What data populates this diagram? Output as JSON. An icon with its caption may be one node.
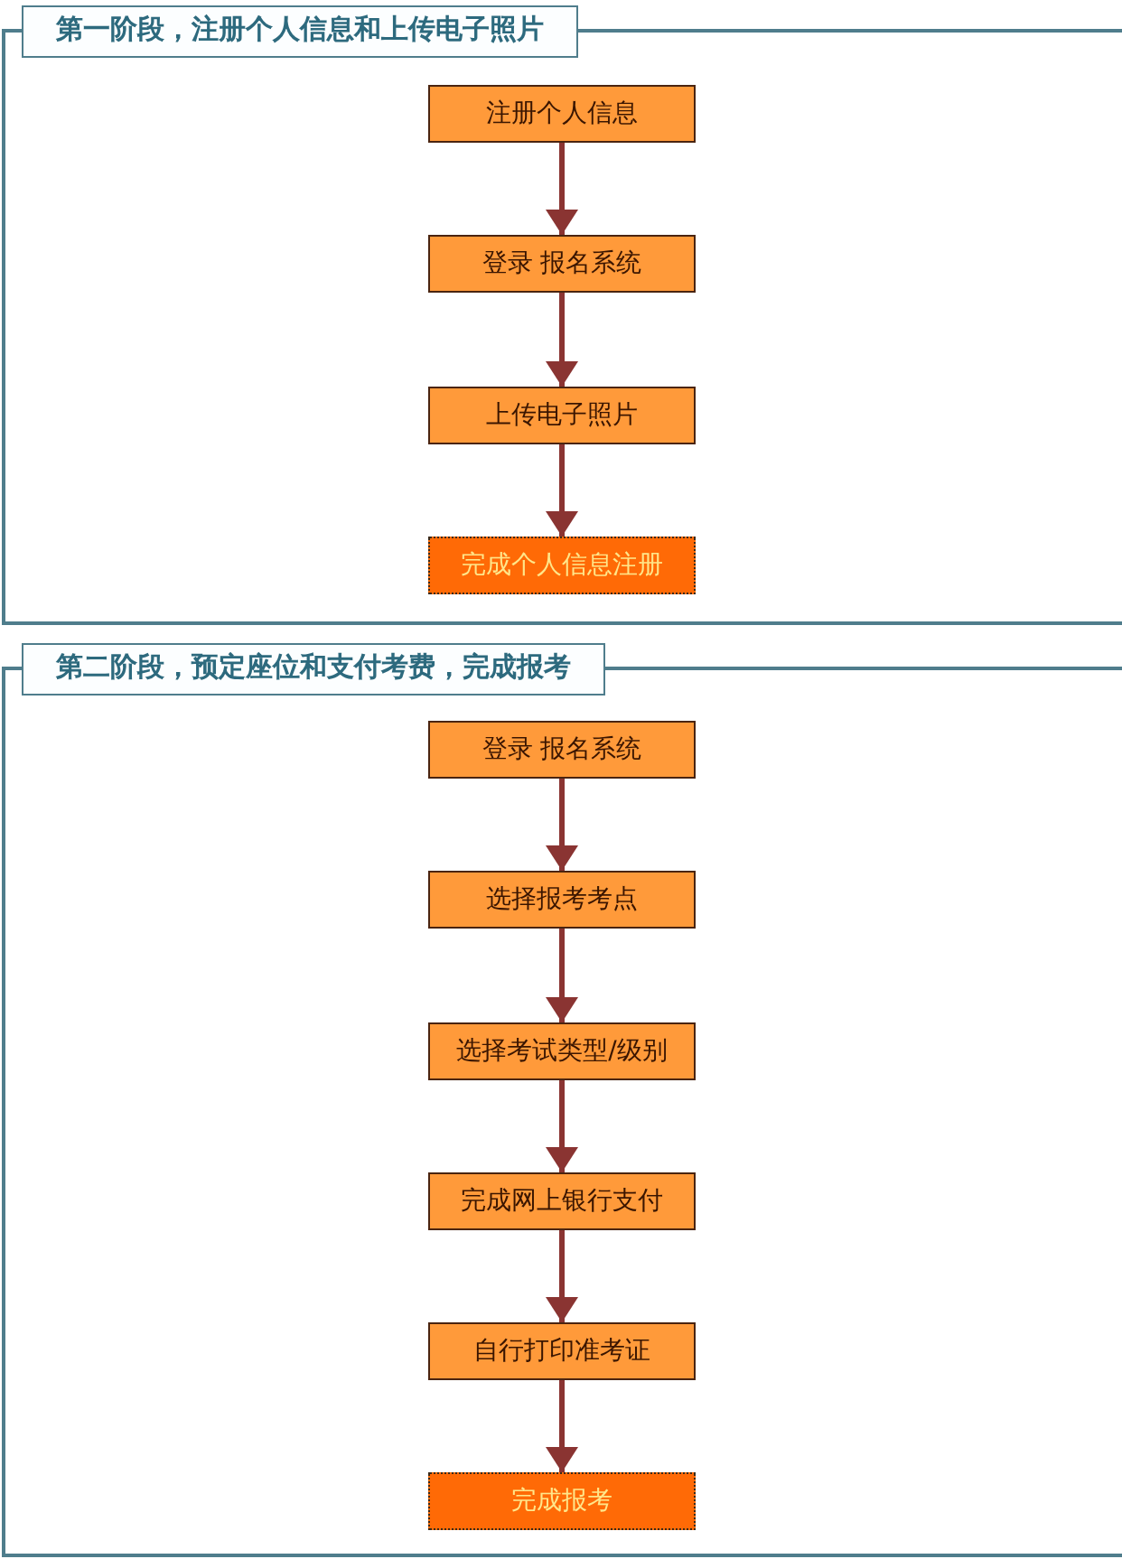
{
  "diagram": {
    "nodes": [
      {
        "text": [
          "第一阶段，注册个人信息和上传电子照片"
        ]
      },
      {
        "text": [
          "注册个人信息"
        ],
        "in": 0
      },
      {
        "text": [
          "登录 报名系统"
        ],
        "in": 0
      },
      {
        "text": [
          "上传电子照片"
        ],
        "in": 0
      },
      {
        "text": [
          "完成个人信息注册"
        ],
        "in": 0
      },
      {
        "text": [
          "第二阶段，预定座位和支付考费，完成报考"
        ]
      },
      {
        "text": [
          "登录 报名系统"
        ],
        "in": 5
      },
      {
        "text": [
          "选择报考考点"
        ],
        "in": 5
      },
      {
        "text": [
          "选择考试类型/级别"
        ],
        "in": 5
      },
      {
        "text": [
          "完成网上银行支付"
        ],
        "in": 5
      },
      {
        "text": [
          "自行打印准考证"
        ],
        "in": 5
      },
      {
        "text": [
          "完成报考"
        ],
        "in": 5
      }
    ],
    "edges": [
      {
        "from": 1,
        "to": 2,
        "arrow": "to"
      },
      {
        "from": 2,
        "to": 3,
        "arrow": "to"
      },
      {
        "from": 3,
        "to": 4,
        "arrow": "to"
      },
      {
        "from": 6,
        "to": 7,
        "arrow": "to"
      },
      {
        "from": 7,
        "to": 8,
        "arrow": "to"
      },
      {
        "from": 8,
        "to": 9,
        "arrow": "to"
      },
      {
        "from": 9,
        "to": 10,
        "arrow": "to"
      },
      {
        "from": 10,
        "to": 11,
        "arrow": "to"
      }
    ]
  }
}
